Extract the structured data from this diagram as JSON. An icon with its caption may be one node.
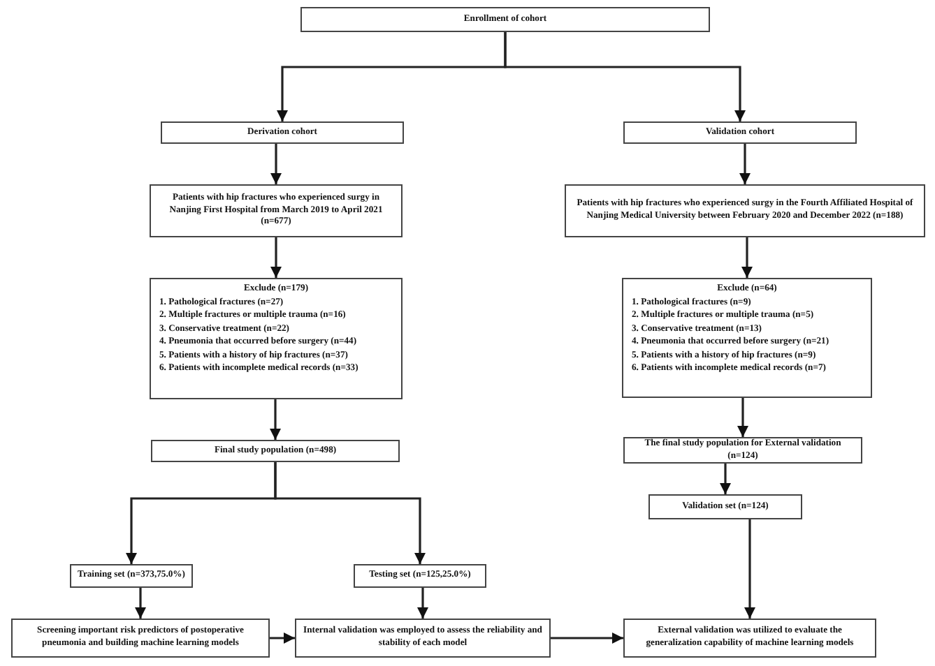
{
  "diagram": {
    "nodes": [
      {
        "text": [
          "Enrollment of cohort"
        ]
      },
      {
        "text": [
          "Derivation cohort"
        ]
      },
      {
        "text": [
          "Validation cohort"
        ]
      },
      {
        "text": [
          "Patients with hip fractures who experienced surgy in Nanjing First Hospital from March 2019 to April 2021 (n=677)"
        ]
      },
      {
        "text": [
          "Patients with hip fractures who experienced surgy in the Fourth Affiliated Hospital of Nanjing Medical University between February 2020 and December 2022 (n=188)"
        ]
      },
      {
        "text": [
          "Exclude (n=179)",
          "1. Pathological fractures (n=27)",
          "2. Multiple fractures or multiple trauma (n=16)",
          "3. Conservative treatment (n=22)",
          "4. Pneumonia that occurred before surgery (n=44)",
          "5. Patients with a history of hip fractures (n=37)",
          "6. Patients with incomplete medical records (n=33)"
        ]
      },
      {
        "text": [
          "Exclude (n=64)",
          "1. Pathological fractures (n=9)",
          "2. Multiple fractures or multiple trauma (n=5)",
          "3. Conservative treatment (n=13)",
          "4. Pneumonia that occurred before surgery (n=21)",
          "5. Patients with a history of hip fractures (n=9)",
          "6. Patients with incomplete medical records (n=7)"
        ]
      },
      {
        "text": [
          "Final study population (n=498)"
        ]
      },
      {
        "text": [
          "The final study population for External validation (n=124)"
        ]
      },
      {
        "text": [
          "Validation set (n=124)"
        ]
      },
      {
        "text": [
          "Training set (n=373,75.0%)"
        ]
      },
      {
        "text": [
          "Testing set (n=125,25.0%)"
        ]
      },
      {
        "text": [
          "Screening important risk predictors of postoperative pneumonia and building machine learning models"
        ]
      },
      {
        "text": [
          "Internal validation was employed to assess the reliability and stability of each model"
        ]
      },
      {
        "text": [
          "External validation was utilized to evaluate the generalization capability of machine learning models"
        ]
      }
    ],
    "edges": [
      {
        "from": 0,
        "to": 1,
        "arrow": "to"
      },
      {
        "from": 0,
        "to": 2,
        "arrow": "to"
      },
      {
        "from": 1,
        "to": 3,
        "arrow": "to"
      },
      {
        "from": 2,
        "to": 4,
        "arrow": "to"
      },
      {
        "from": 3,
        "to": 5,
        "arrow": "to"
      },
      {
        "from": 4,
        "to": 6,
        "arrow": "to"
      },
      {
        "from": 5,
        "to": 7,
        "arrow": "to"
      },
      {
        "from": 6,
        "to": 8,
        "arrow": "to"
      },
      {
        "from": 8,
        "to": 9,
        "arrow": "to"
      },
      {
        "from": 7,
        "to": 10,
        "arrow": "to"
      },
      {
        "from": 7,
        "to": 11,
        "arrow": "to"
      },
      {
        "from": 10,
        "to": 12,
        "arrow": "to"
      },
      {
        "from": 11,
        "to": 13,
        "arrow": "to"
      },
      {
        "from": 12,
        "to": 13,
        "arrow": "to"
      },
      {
        "from": 9,
        "to": 14,
        "arrow": "to"
      },
      {
        "from": 13,
        "to": 14,
        "arrow": "to"
      }
    ]
  }
}
